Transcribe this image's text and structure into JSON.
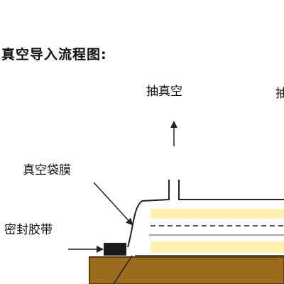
{
  "title": "真空导入流程图:",
  "labels": {
    "vacuum_pump_1": "抽真空",
    "vacuum_pump_2": "抽",
    "vacuum_bag_film": "真空袋膜",
    "sealant_tape": "密封胶带"
  },
  "colors": {
    "mold": "#9b6b1f",
    "mold_edge": "#5a3a08",
    "laminate_yellow": "#fff1b0",
    "sealant_tape": "#1a1a1a",
    "line": "#222222"
  }
}
